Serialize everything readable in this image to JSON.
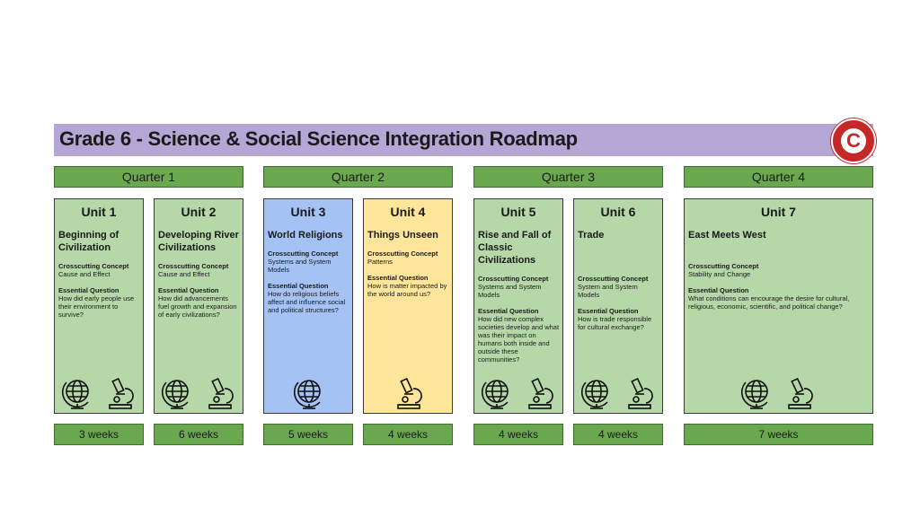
{
  "header": {
    "title": "Grade 6 - Science & Social Science Integration Roadmap",
    "logo_letter": "C"
  },
  "quarters": [
    "Quarter 1",
    "Quarter 2",
    "Quarter 3",
    "Quarter 4"
  ],
  "labels": {
    "crosscutting": "Crosscutting Concept",
    "essential": "Essential Question"
  },
  "units": [
    {
      "name": "Unit 1",
      "title": "Beginning of Civilization",
      "concept": "Cause and Effect",
      "question": "How did early people use their environment to survive?",
      "duration": "3 weeks",
      "color": "#b6d7a8"
    },
    {
      "name": "Unit 2",
      "title": "Developing River Civilizations",
      "concept": "Cause and Effect",
      "question": "How did advancements fuel growth and expansion of early civilizations?",
      "duration": "6 weeks",
      "color": "#b6d7a8"
    },
    {
      "name": "Unit 3",
      "title": "World Religions",
      "concept": "Systems and System Models",
      "question": "How do religious beliefs affect and influence social and political structures?",
      "duration": "5 weeks",
      "color": "#a4c2f4"
    },
    {
      "name": "Unit 4",
      "title": "Things Unseen",
      "concept": "Patterns",
      "question": "How is matter impacted by the world around us?",
      "duration": "4 weeks",
      "color": "#ffe599"
    },
    {
      "name": "Unit 5",
      "title": "Rise and Fall of Classic Civilizations",
      "concept": "Systems and System Models",
      "question": "How did new complex societies develop and what was their impact on humans both inside and outside these communities?",
      "duration": "4 weeks",
      "color": "#b6d7a8"
    },
    {
      "name": "Unit 6",
      "title": "Trade",
      "concept": "System and System Models",
      "question": "How is trade responsible for cultural exchange?",
      "duration": "4 weeks",
      "color": "#b6d7a8"
    },
    {
      "name": "Unit 7",
      "title": "East Meets West",
      "concept": "Stability and Change",
      "question": "What conditions can encourage the desire for cultural, religious, economic, scientific, and political change?",
      "duration": "7 weeks",
      "color": "#b6d7a8"
    }
  ],
  "icons": [
    "globe-icon",
    "microscope-icon"
  ]
}
